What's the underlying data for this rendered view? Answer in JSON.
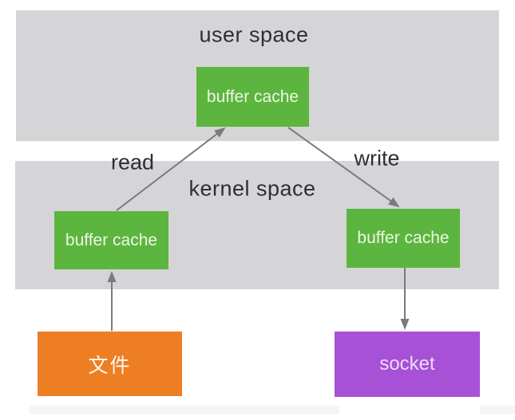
{
  "diagram": {
    "type": "flow-diagram",
    "subject": "traditional read/write I/O buffer copy between user space and kernel space",
    "regions": [
      {
        "id": "user-space",
        "label": "user space",
        "fill": "#d5d4d7"
      },
      {
        "id": "kernel-space",
        "label": "kernel space",
        "fill": "#d5d4d7"
      }
    ],
    "nodes": [
      {
        "id": "user-buffer-cache",
        "region": "user space",
        "label": "buffer cache",
        "fill": "#5cb53e",
        "text_color": "#edf6e6"
      },
      {
        "id": "kernel-buffer-cache-read",
        "region": "kernel space",
        "label": "buffer cache",
        "fill": "#5cb53e",
        "text_color": "#edf6e6"
      },
      {
        "id": "kernel-buffer-cache-write",
        "region": "kernel space",
        "label": "buffer cache",
        "fill": "#5cb53e",
        "text_color": "#edf6e6"
      },
      {
        "id": "file",
        "region": "outside",
        "label": "文件",
        "fill": "#ee7e23",
        "text_color": "#fdf8f2"
      },
      {
        "id": "socket",
        "region": "outside",
        "label": "socket",
        "fill": "#a751d6",
        "text_color": "#eed9f8"
      }
    ],
    "edges": [
      {
        "from": "kernel-buffer-cache-read",
        "to": "user-buffer-cache",
        "label": "read",
        "direction": "up-right"
      },
      {
        "from": "user-buffer-cache",
        "to": "kernel-buffer-cache-write",
        "label": "write",
        "direction": "down-right"
      },
      {
        "from": "file",
        "to": "kernel-buffer-cache-read",
        "label": "",
        "direction": "up"
      },
      {
        "from": "kernel-buffer-cache-write",
        "to": "socket",
        "label": "",
        "direction": "down"
      }
    ],
    "colors": {
      "region_gray": "#d5d4d7",
      "node_green": "#5cb53e",
      "node_orange": "#ee7e23",
      "node_purple": "#a751d6",
      "arrow_gray": "#7b7b7d",
      "label_text": "#2f2f31",
      "background": "#ffffff"
    }
  }
}
